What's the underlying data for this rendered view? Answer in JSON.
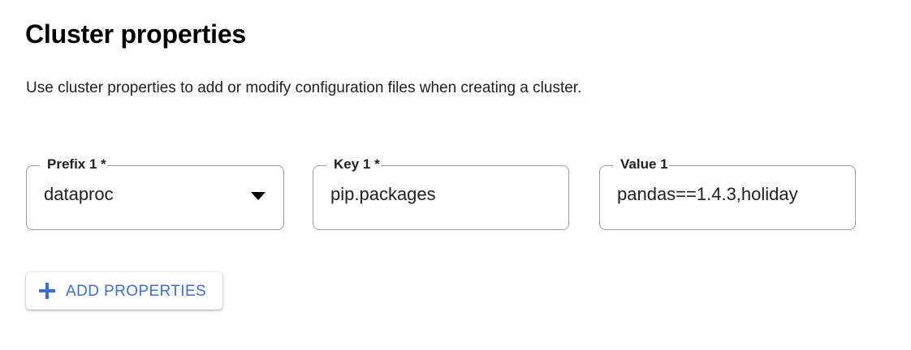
{
  "section": {
    "title": "Cluster properties",
    "description": "Use cluster properties to add or modify configuration files when creating a cluster."
  },
  "fields": [
    {
      "name": "prefix",
      "label": "Prefix 1 *",
      "value": "dataproc",
      "type": "select",
      "required": true,
      "icon": "chevron-down-icon"
    },
    {
      "name": "key",
      "label": "Key 1 *",
      "value": "pip.packages",
      "type": "text",
      "required": true
    },
    {
      "name": "value",
      "label": "Value 1",
      "value": "pandas==1.4.3,holiday",
      "type": "text",
      "required": false
    }
  ],
  "actions": {
    "add_properties_label": "ADD PROPERTIES",
    "add_properties_icon": "plus-icon"
  },
  "colors": {
    "accent_blue": "#3b6fdb",
    "field_border": "#9aa0a6",
    "text_primary": "#202124",
    "background": "#ffffff"
  }
}
